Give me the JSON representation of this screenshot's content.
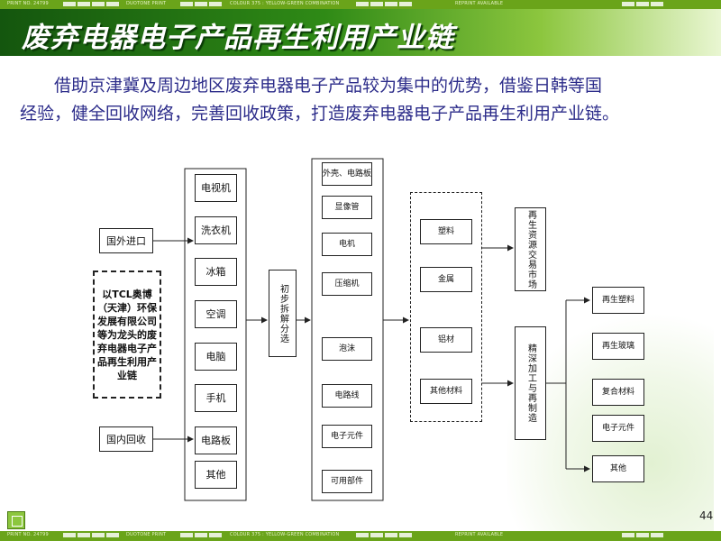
{
  "header": {
    "bar_items": [
      "PRINT NO. 24799",
      "DUOTONE PRINT",
      "COLOUR 375 : YELLOW-GREEN COMBINATION",
      "REPRINT AVAILABLE"
    ],
    "title": "废弃电器电子产品再生利用产业链"
  },
  "intro": {
    "line1": "借助京津冀及周边地区废弃电器电子产品较为集中的优势，借鉴日韩等国",
    "line2": "经验，健全回收网络，完善回收政策，打造废弃电器电子产品再生利用产业链。"
  },
  "diagram": {
    "sources": {
      "import": "国外进口",
      "domestic": "国内回收"
    },
    "tcl_note": "以TCL奥博（天津）环保发展有限公司等为龙头的废弃电器电子产品再生利用产业链",
    "products": [
      "电视机",
      "洗衣机",
      "冰箱",
      "空调",
      "电脑",
      "手机",
      "电路板",
      "其他"
    ],
    "dismantle": "初步拆解分选",
    "parts": [
      "外壳、电路板",
      "显像管",
      "电机",
      "压缩机",
      "泡沫",
      "电路线",
      "电子元件",
      "可用部件"
    ],
    "materials": [
      "塑料",
      "金属",
      "铝材",
      "其他材料"
    ],
    "market": "再生资源交易市场",
    "processing": "精深加工与再制造",
    "outputs": [
      "再生塑料",
      "再生玻璃",
      "复合材料",
      "电子元件",
      "其他"
    ]
  },
  "footer": {
    "page_number": "44"
  }
}
